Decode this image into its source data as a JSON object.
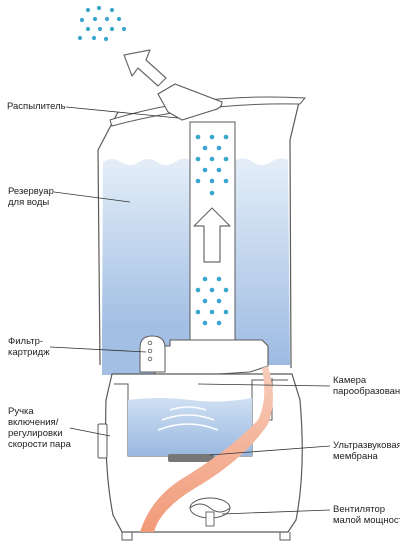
{
  "labels": {
    "sprayer": "Распылитель",
    "reservoir": [
      "Резервуар",
      "для воды"
    ],
    "filter": [
      "Фильтр-",
      "картридж"
    ],
    "knob": [
      "Ручка",
      "включения/",
      "регулировки",
      "скорости пара"
    ],
    "chamber": [
      "Камера",
      "парообразования"
    ],
    "membrane": [
      "Ультразвуковая",
      "мембрана"
    ],
    "fan": [
      "Вентилятор",
      "малой мощности"
    ]
  },
  "colors": {
    "outline": "#5a5a5a",
    "water_top": "#dfeaf6",
    "water_bottom": "#9fbde3",
    "dots": "#39a6d0",
    "steam": "#f2a98a",
    "leader": "#333333"
  }
}
